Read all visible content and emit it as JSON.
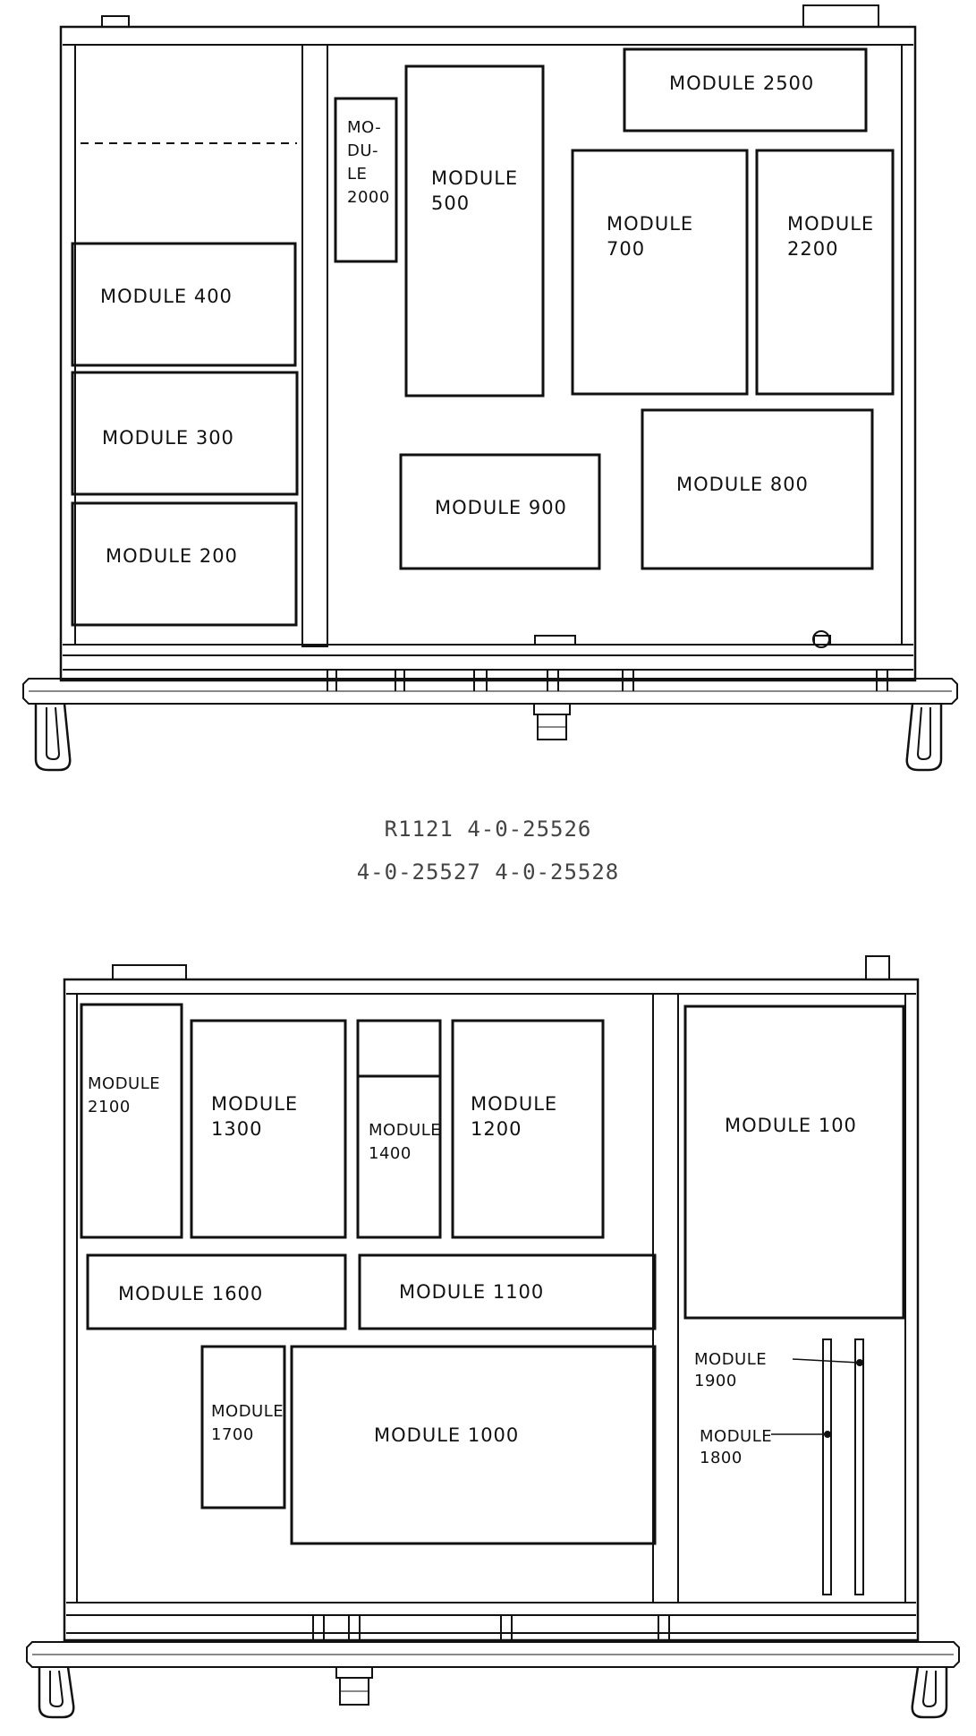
{
  "caption": {
    "line1": "R1121 4-0-25526",
    "line2": "4-0-25527 4-0-25528"
  },
  "top_unit": {
    "modules": {
      "m2500": [
        "MODULE 2500"
      ],
      "m2000": [
        "MO-",
        "DU-",
        "LE",
        "2000"
      ],
      "m500": [
        "MODULE",
        "500"
      ],
      "m700": [
        "MODULE",
        "700"
      ],
      "m2200": [
        "MODULE",
        "2200"
      ],
      "m400": [
        "MODULE 400"
      ],
      "m300": [
        "MODULE 300"
      ],
      "m200": [
        "MODULE 200"
      ],
      "m900": [
        "MODULE 900"
      ],
      "m800": [
        "MODULE 800"
      ]
    }
  },
  "bottom_unit": {
    "modules": {
      "m2100": [
        "MODULE",
        "2100"
      ],
      "m1300": [
        "MODULE",
        "1300"
      ],
      "m1400": [
        "MODULE",
        "1400"
      ],
      "m1200": [
        "MODULE",
        "1200"
      ],
      "m100": [
        "MODULE 100"
      ],
      "m1600": [
        "MODULE 1600"
      ],
      "m1100": [
        "MODULE 1100"
      ],
      "m1700": [
        "MODULE",
        "1700"
      ],
      "m1000": [
        "MODULE 1000"
      ],
      "m1900": [
        "MODULE",
        "1900"
      ],
      "m1800": [
        "MODULE",
        "1800"
      ]
    }
  }
}
